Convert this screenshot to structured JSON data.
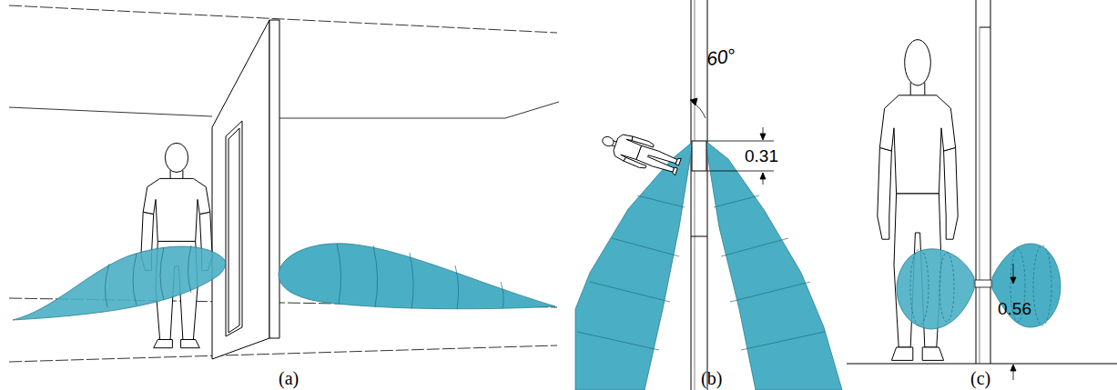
{
  "diagram": {
    "labels": [
      "60°",
      "0.31",
      "0.56",
      "(a)",
      "(b)",
      "(c)"
    ]
  }
}
